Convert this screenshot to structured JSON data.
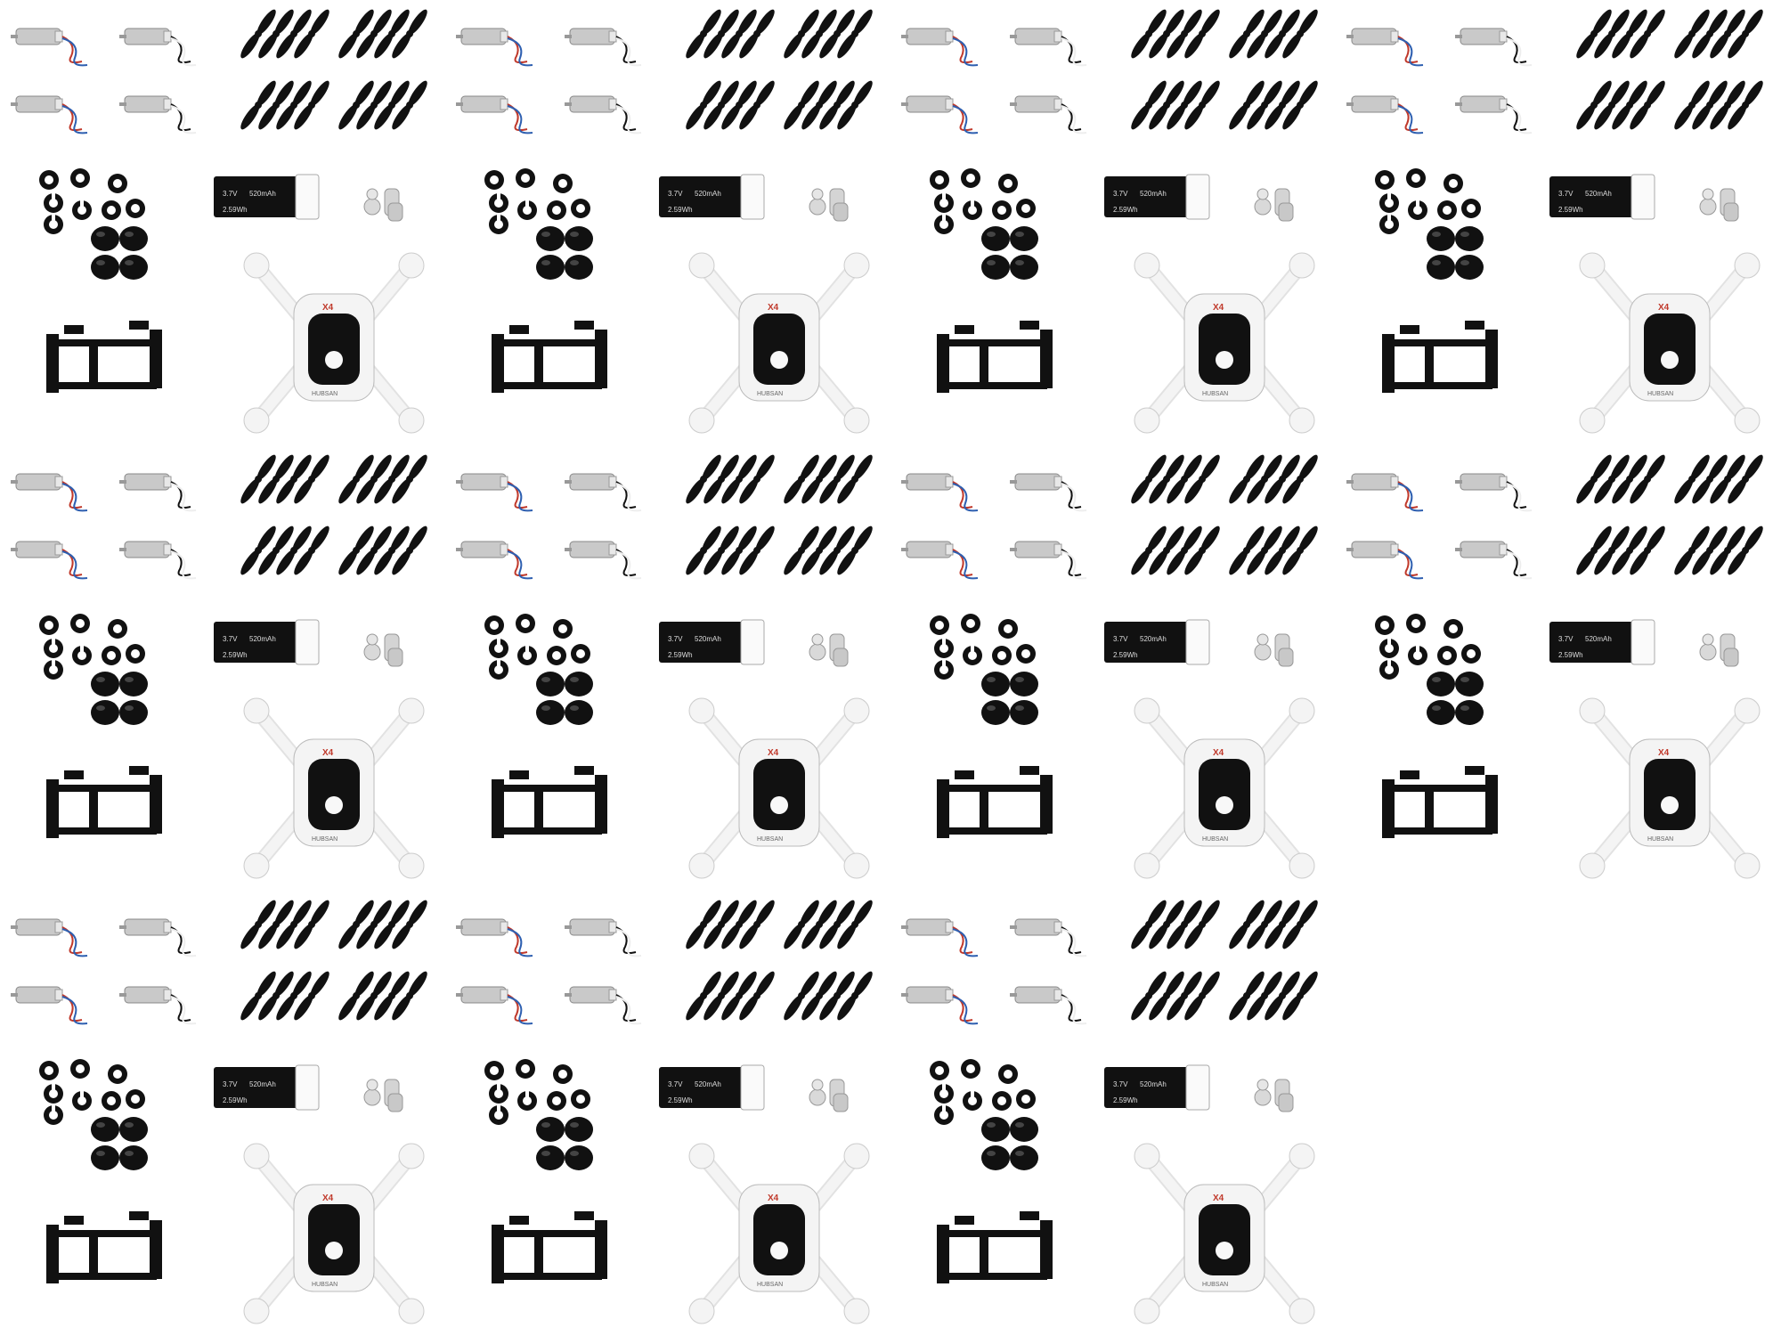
{
  "image": {
    "panel_count": 11,
    "battery_label_voltage": "3.7V",
    "battery_label_capacity": "520mAh",
    "battery_label_energy": "2.59Wh",
    "frame_brand": "HUBSAN",
    "frame_model": "X4",
    "colors": {
      "background": "#ffffff",
      "parts_black": "#111111",
      "frame_white": "#f4f4f4",
      "motor_silver": "#c9c9c9",
      "wire_red": "#c0392b",
      "wire_blue": "#2e5fb0"
    }
  }
}
